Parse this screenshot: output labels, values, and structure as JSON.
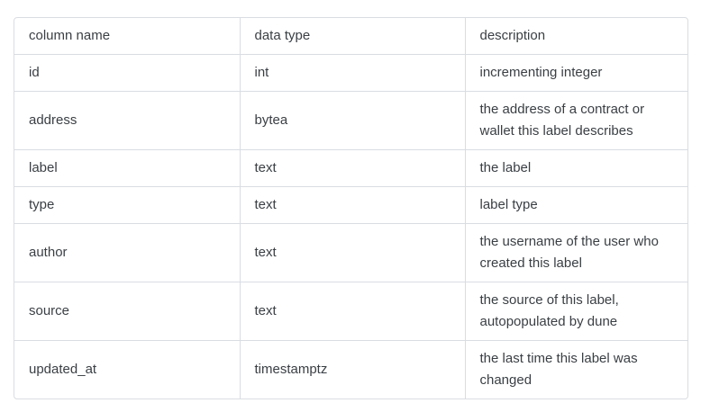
{
  "table": {
    "headers": [
      "column name",
      "data type",
      "description"
    ],
    "rows": [
      [
        "id",
        "int",
        "incrementing integer"
      ],
      [
        "address",
        "bytea",
        "the address of a contract or wallet this label describes"
      ],
      [
        "label",
        "text",
        "the label"
      ],
      [
        "type",
        "text",
        "label type"
      ],
      [
        "author",
        "text",
        "the username of the user who created this label"
      ],
      [
        "source",
        "text",
        "the source of this label, autopopulated by dune"
      ],
      [
        "updated_at",
        "timestamptz",
        "the last time this label was changed"
      ]
    ]
  }
}
